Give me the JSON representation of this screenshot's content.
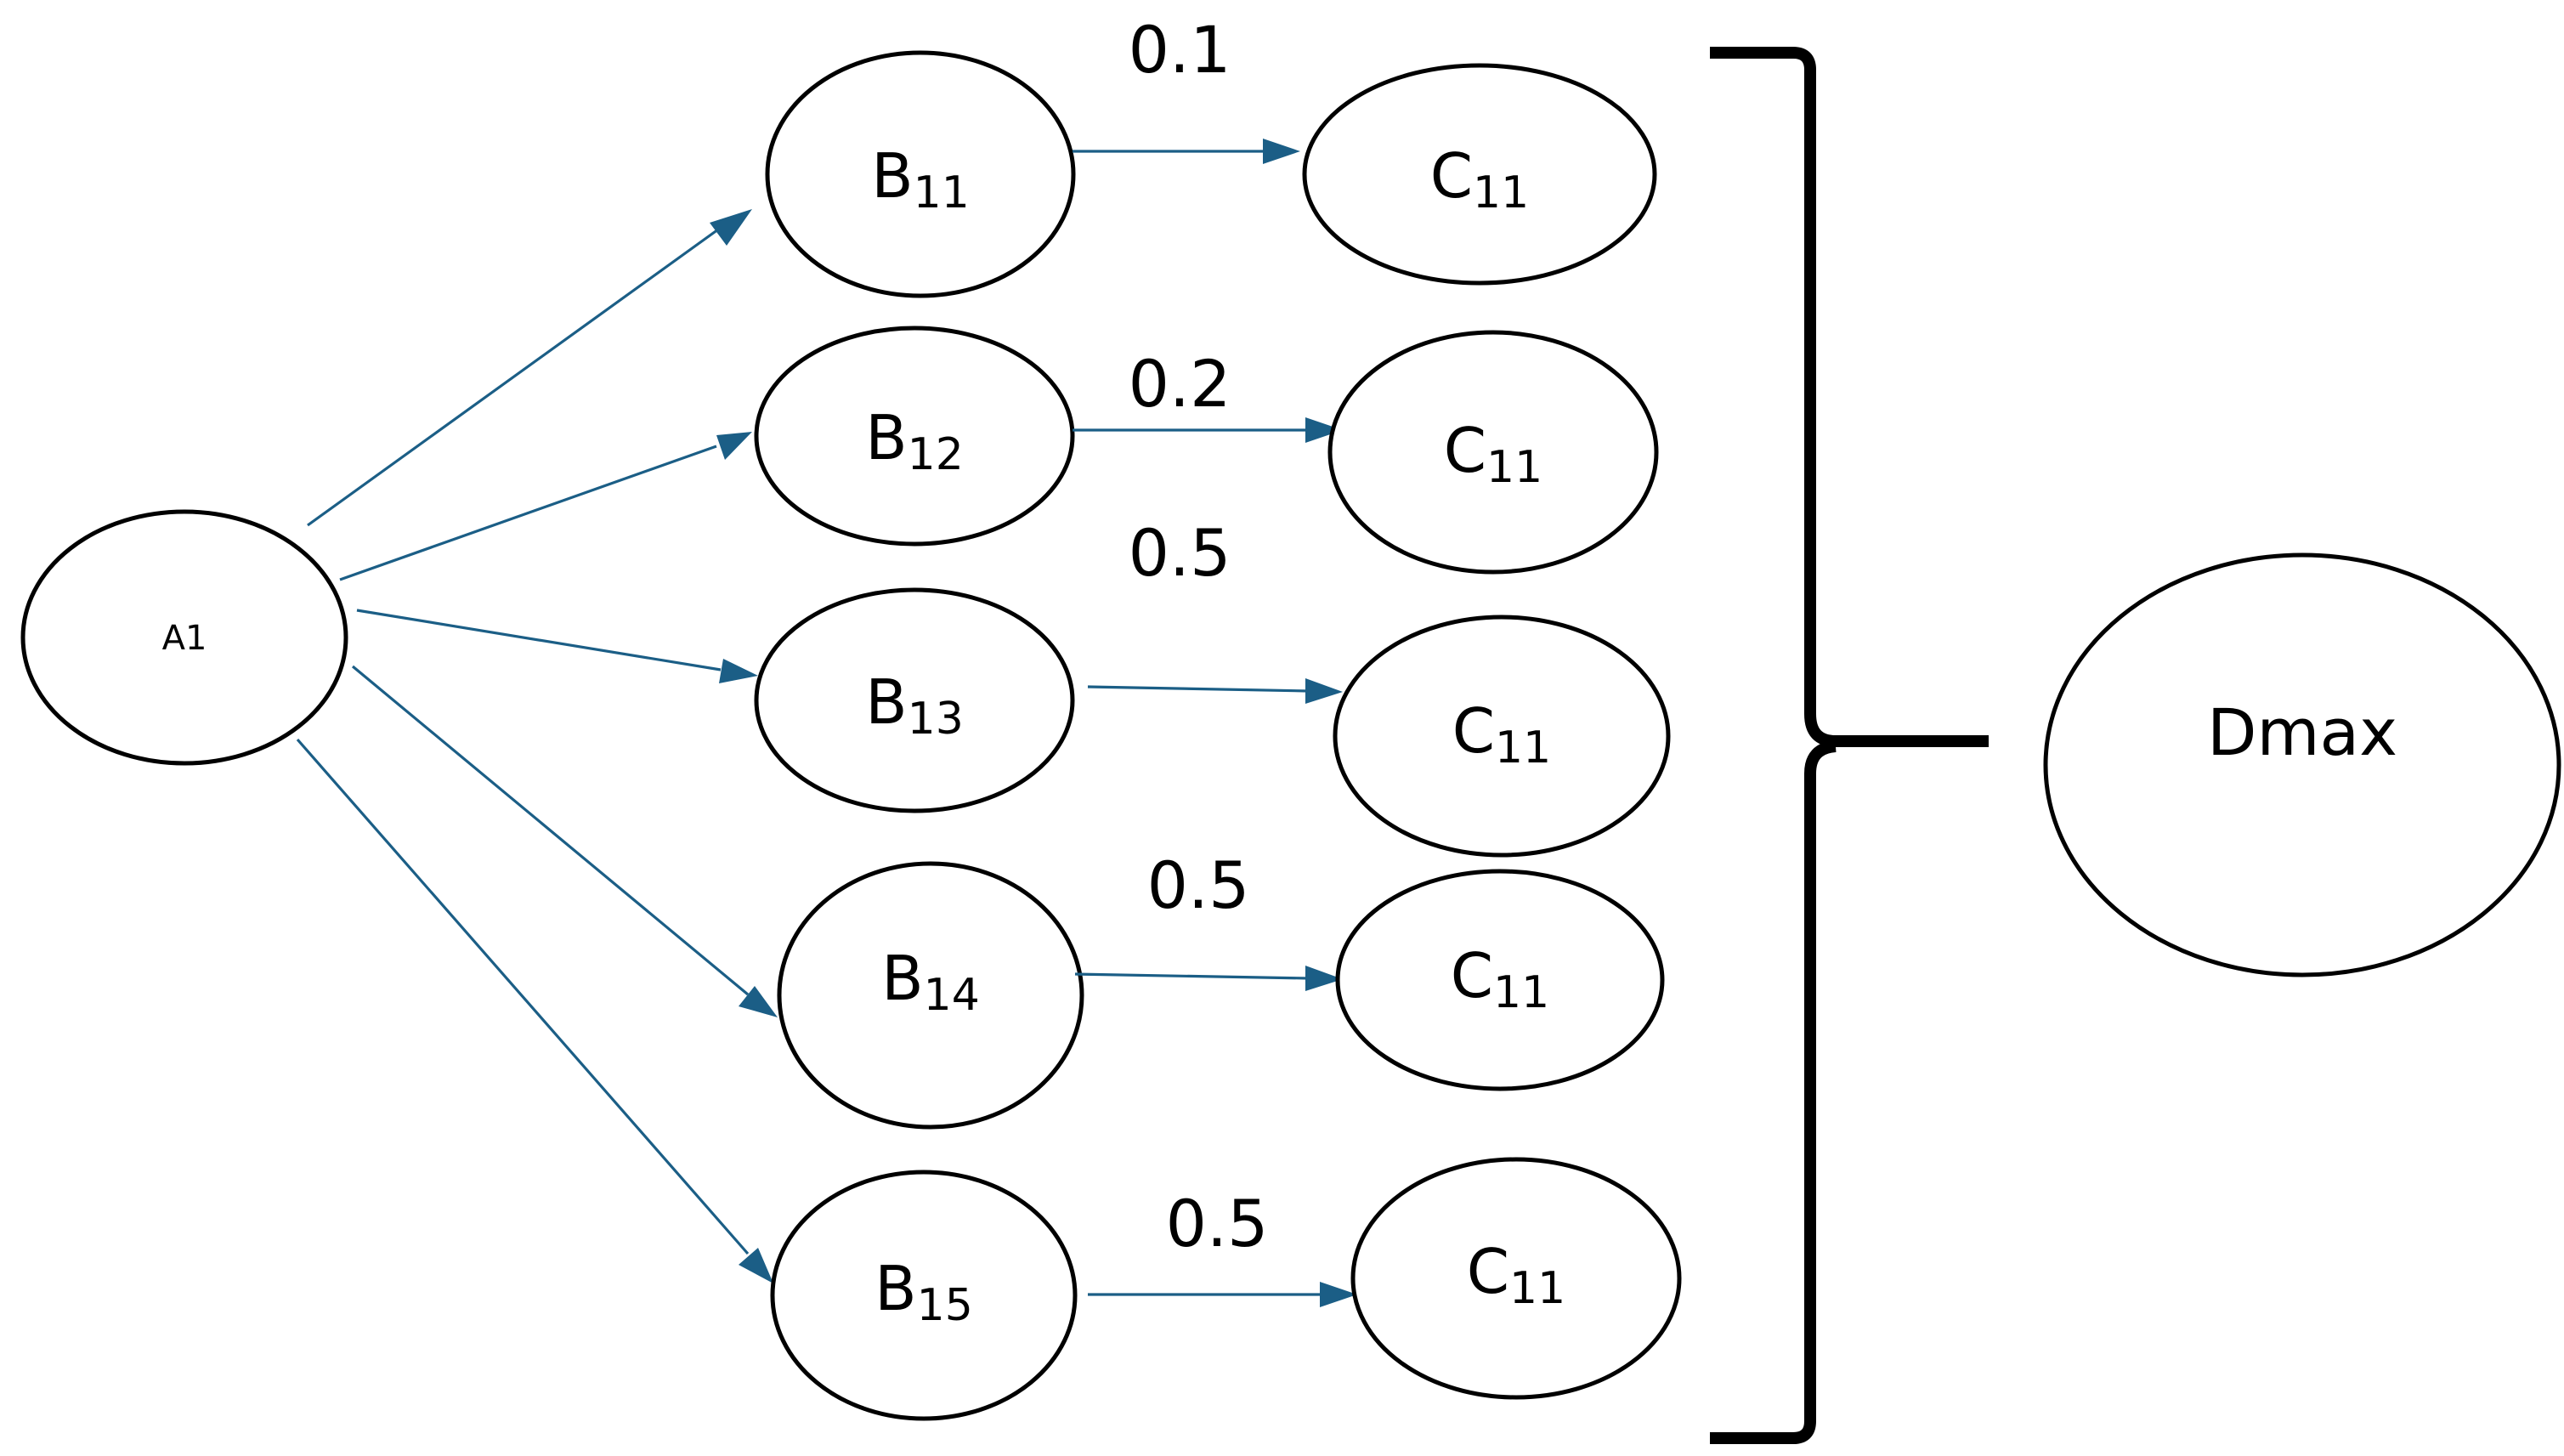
{
  "diagram": {
    "source": {
      "id": "A1",
      "label": "A1"
    },
    "rows": [
      {
        "b": {
          "base": "B",
          "sub": "11"
        },
        "c": {
          "base": "C",
          "sub": "11"
        },
        "weight": "0.1"
      },
      {
        "b": {
          "base": "B",
          "sub": "12"
        },
        "c": {
          "base": "C",
          "sub": "11"
        },
        "weight": "0.2"
      },
      {
        "b": {
          "base": "B",
          "sub": "13"
        },
        "c": {
          "base": "C",
          "sub": "11"
        },
        "weight": "0.5"
      },
      {
        "b": {
          "base": "B",
          "sub": "14"
        },
        "c": {
          "base": "C",
          "sub": "11"
        },
        "weight": "0.5"
      },
      {
        "b": {
          "base": "B",
          "sub": "15"
        },
        "c": {
          "base": "C",
          "sub": "11"
        },
        "weight": "0.5"
      }
    ],
    "target": {
      "label": "Dmax"
    },
    "colors": {
      "edge": "#1b5e86",
      "node_stroke": "#000000",
      "text": "#000000"
    }
  }
}
